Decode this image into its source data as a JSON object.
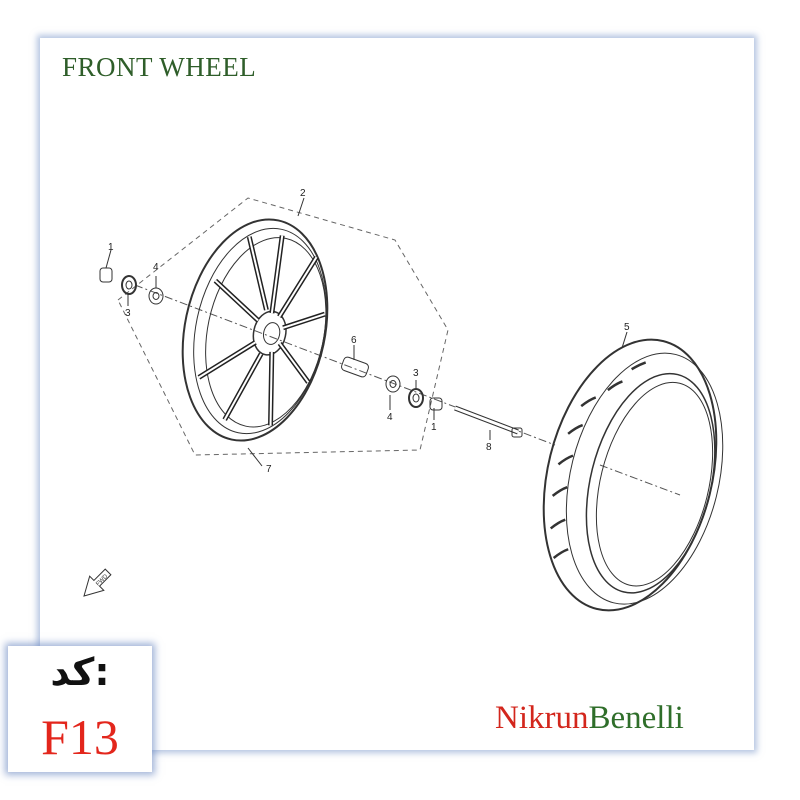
{
  "title": "FRONT WHEEL",
  "callouts": {
    "p1a": "1",
    "p2": "2",
    "p3a": "3",
    "p4a": "4",
    "p5": "5",
    "p6": "6",
    "p4b": "4",
    "p3b": "3",
    "p1b": "1",
    "p8": "8",
    "p7": "7"
  },
  "fwd_arrow": "FWD",
  "code": {
    "label": "کد:",
    "value": "F13"
  },
  "brand": {
    "part1": "Nikrun",
    "part2": "Benelli"
  },
  "colors": {
    "title": "#2f5e2a",
    "code_value": "#e3261c",
    "brand_red": "#d3261c",
    "brand_green": "#2f6e2a"
  }
}
